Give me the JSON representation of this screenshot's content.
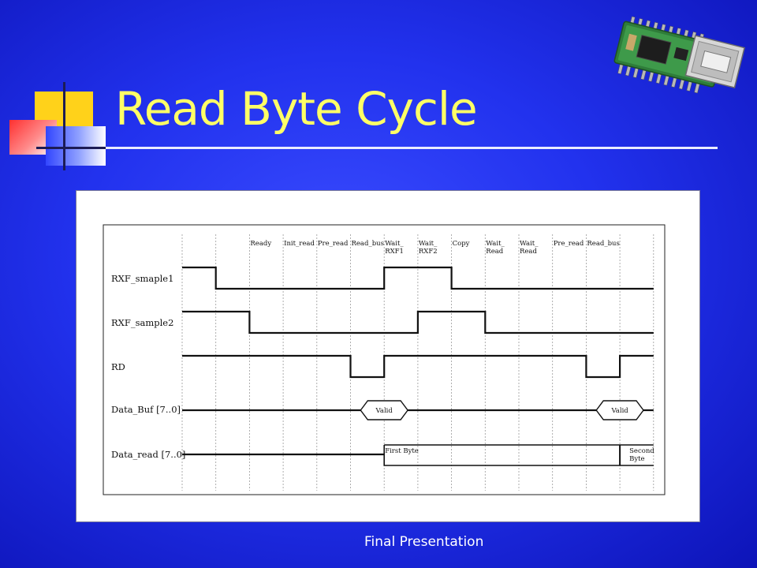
{
  "slide": {
    "title": "Read Byte Cycle",
    "footer": "Final Presentation"
  },
  "timing": {
    "states": [
      {
        "lines": [
          "Ready"
        ]
      },
      {
        "lines": [
          "Init_read"
        ]
      },
      {
        "lines": [
          "Pre_read"
        ]
      },
      {
        "lines": [
          "Read_bus"
        ]
      },
      {
        "lines": [
          "Wait_",
          "RXF1"
        ]
      },
      {
        "lines": [
          "Wait_",
          "RXF2"
        ]
      },
      {
        "lines": [
          "Copy"
        ]
      },
      {
        "lines": [
          "Wait_",
          "Read"
        ]
      },
      {
        "lines": [
          "Wait_",
          "Read"
        ]
      },
      {
        "lines": [
          "Pre_read"
        ]
      },
      {
        "lines": [
          "Read_bus"
        ]
      }
    ],
    "signals": [
      {
        "name": "RXF_smaple1",
        "type": "digital",
        "levels": [
          1,
          0,
          0,
          0,
          0,
          0,
          1,
          1,
          0,
          0,
          0,
          0,
          0,
          0
        ]
      },
      {
        "name": "RXF_sample2",
        "type": "digital",
        "levels": [
          1,
          1,
          0,
          0,
          0,
          0,
          0,
          1,
          1,
          0,
          0,
          0,
          0,
          0
        ]
      },
      {
        "name": "RD",
        "type": "digital",
        "levels": [
          1,
          1,
          1,
          1,
          1,
          0,
          1,
          1,
          1,
          1,
          1,
          1,
          0,
          1
        ]
      },
      {
        "name": "Data_Buf [7..0]",
        "type": "bus",
        "windows": [
          {
            "label": "Valid",
            "start": 5.3,
            "end": 6.7
          },
          {
            "label": "Valid",
            "start": 12.3,
            "end": 13.7
          }
        ]
      },
      {
        "name": "Data_read [7..0]",
        "type": "bus-latch",
        "changes": [
          {
            "at": 6,
            "lines": [
              "First Byte"
            ]
          },
          {
            "at": 13,
            "lines": [
              "Second",
              "Byte"
            ]
          }
        ]
      }
    ]
  }
}
